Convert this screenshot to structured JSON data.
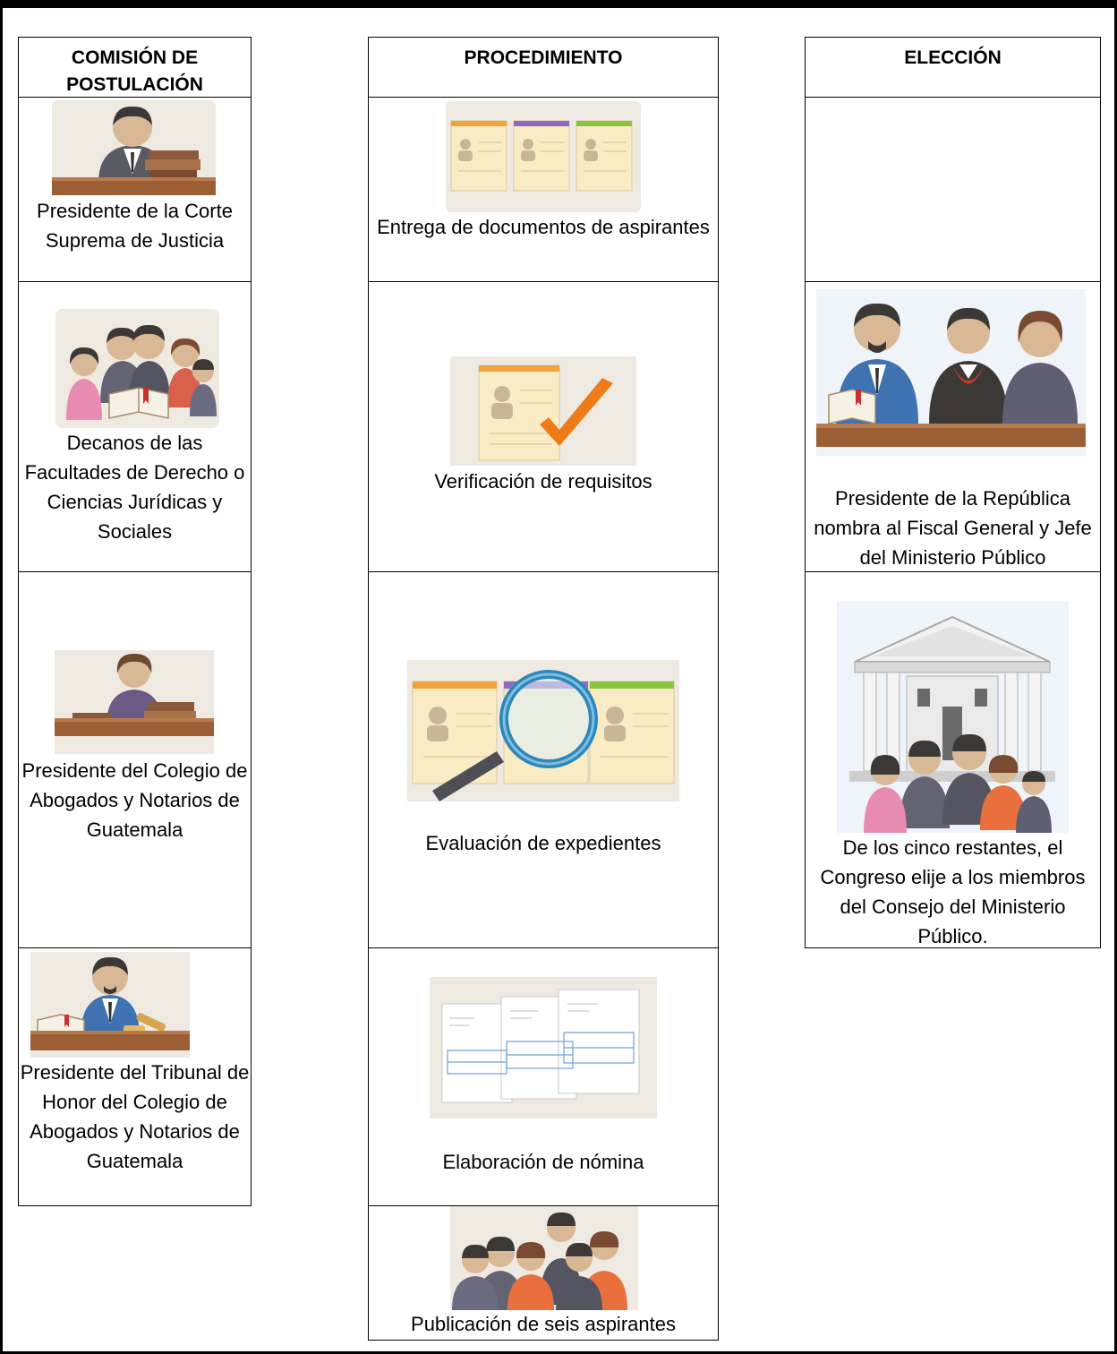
{
  "columns": {
    "postulacion": {
      "header": "COMISIÓN DE POSTULACIÓN",
      "items": [
        {
          "icon": "judge-at-desk-with-books-icon",
          "caption": "Presidente de la Corte Suprema de Justicia"
        },
        {
          "icon": "group-of-deans-with-book-icon",
          "caption": "Decanos de las Facultades de Derecho o Ciencias Jurídicas y Sociales"
        },
        {
          "icon": "woman-at-desk-with-books-icon",
          "caption": "Presidente del Colegio de Abogados y Notarios de Guatemala"
        },
        {
          "icon": "judge-with-gavel-and-book-icon",
          "caption": "Presidente del Tribunal de Honor del Colegio de Abogados y Notarios de Guatemala"
        }
      ]
    },
    "procedimiento": {
      "header": "PROCEDIMIENTO",
      "items": [
        {
          "icon": "applicant-profile-cards-icon",
          "caption": "Entrega de documentos de aspirantes"
        },
        {
          "icon": "profile-card-checkmark-icon",
          "caption": "Verificación de requisitos"
        },
        {
          "icon": "magnifier-over-profiles-icon",
          "caption": "Evaluación de expedientes"
        },
        {
          "icon": "nomination-forms-icon",
          "caption": "Elaboración de nómina"
        },
        {
          "icon": "six-candidates-group-icon",
          "caption": "Publicación de seis aspirantes"
        }
      ]
    },
    "eleccion": {
      "header": "ELECCIÓN",
      "items": [
        {
          "icon": "blank",
          "caption": ""
        },
        {
          "icon": "president-and-officials-icon",
          "caption": "Presidente de la República nombra al Fiscal General y Jefe del Ministerio Público"
        },
        {
          "icon": "congress-building-with-people-icon",
          "caption": "De los cinco restantes, el Congreso elije a los miembros del Consejo del Ministerio Público."
        }
      ]
    }
  }
}
